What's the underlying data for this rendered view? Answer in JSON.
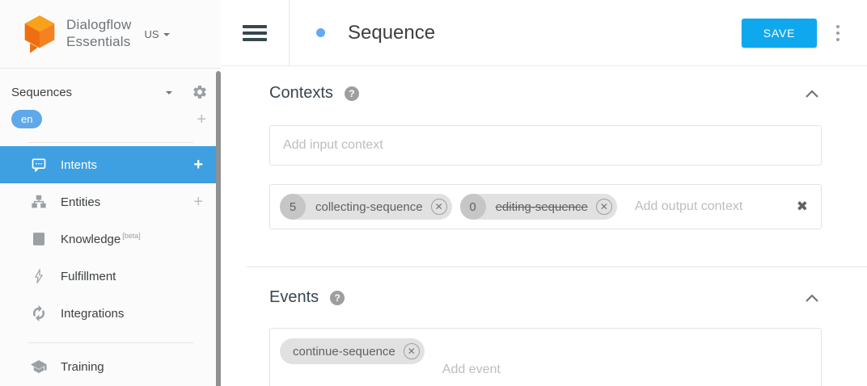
{
  "app": {
    "brand_line1": "Dialogflow",
    "brand_line2": "Essentials",
    "region": "US"
  },
  "sidebar": {
    "agent_name": "Sequences",
    "language_badge": "en",
    "add_language": "+",
    "items": [
      {
        "label": "Intents",
        "action": "+",
        "active": true
      },
      {
        "label": "Entities",
        "action": "+"
      },
      {
        "label": "Knowledge",
        "beta": "[beta]"
      },
      {
        "label": "Fulfillment"
      },
      {
        "label": "Integrations"
      },
      {
        "label": "Training"
      }
    ]
  },
  "header": {
    "title": "Sequence",
    "save_label": "SAVE"
  },
  "contexts": {
    "title": "Contexts",
    "input_placeholder": "Add input context",
    "output_placeholder": "Add output context",
    "output_chips": [
      {
        "lifespan": "5",
        "name": "collecting-sequence"
      },
      {
        "lifespan": "0",
        "name": "editing-sequence"
      }
    ]
  },
  "events": {
    "title": "Events",
    "placeholder": "Add event",
    "chips": [
      {
        "name": "continue-sequence"
      }
    ]
  },
  "icons": {
    "help": "?",
    "chip_remove": "✕",
    "close_bold": "✖"
  },
  "colors": {
    "active_nav": "#3fa0e1",
    "save_button": "#0fa8ef",
    "language_badge": "#5fa8ea",
    "status_dot": "#64a9f2"
  }
}
